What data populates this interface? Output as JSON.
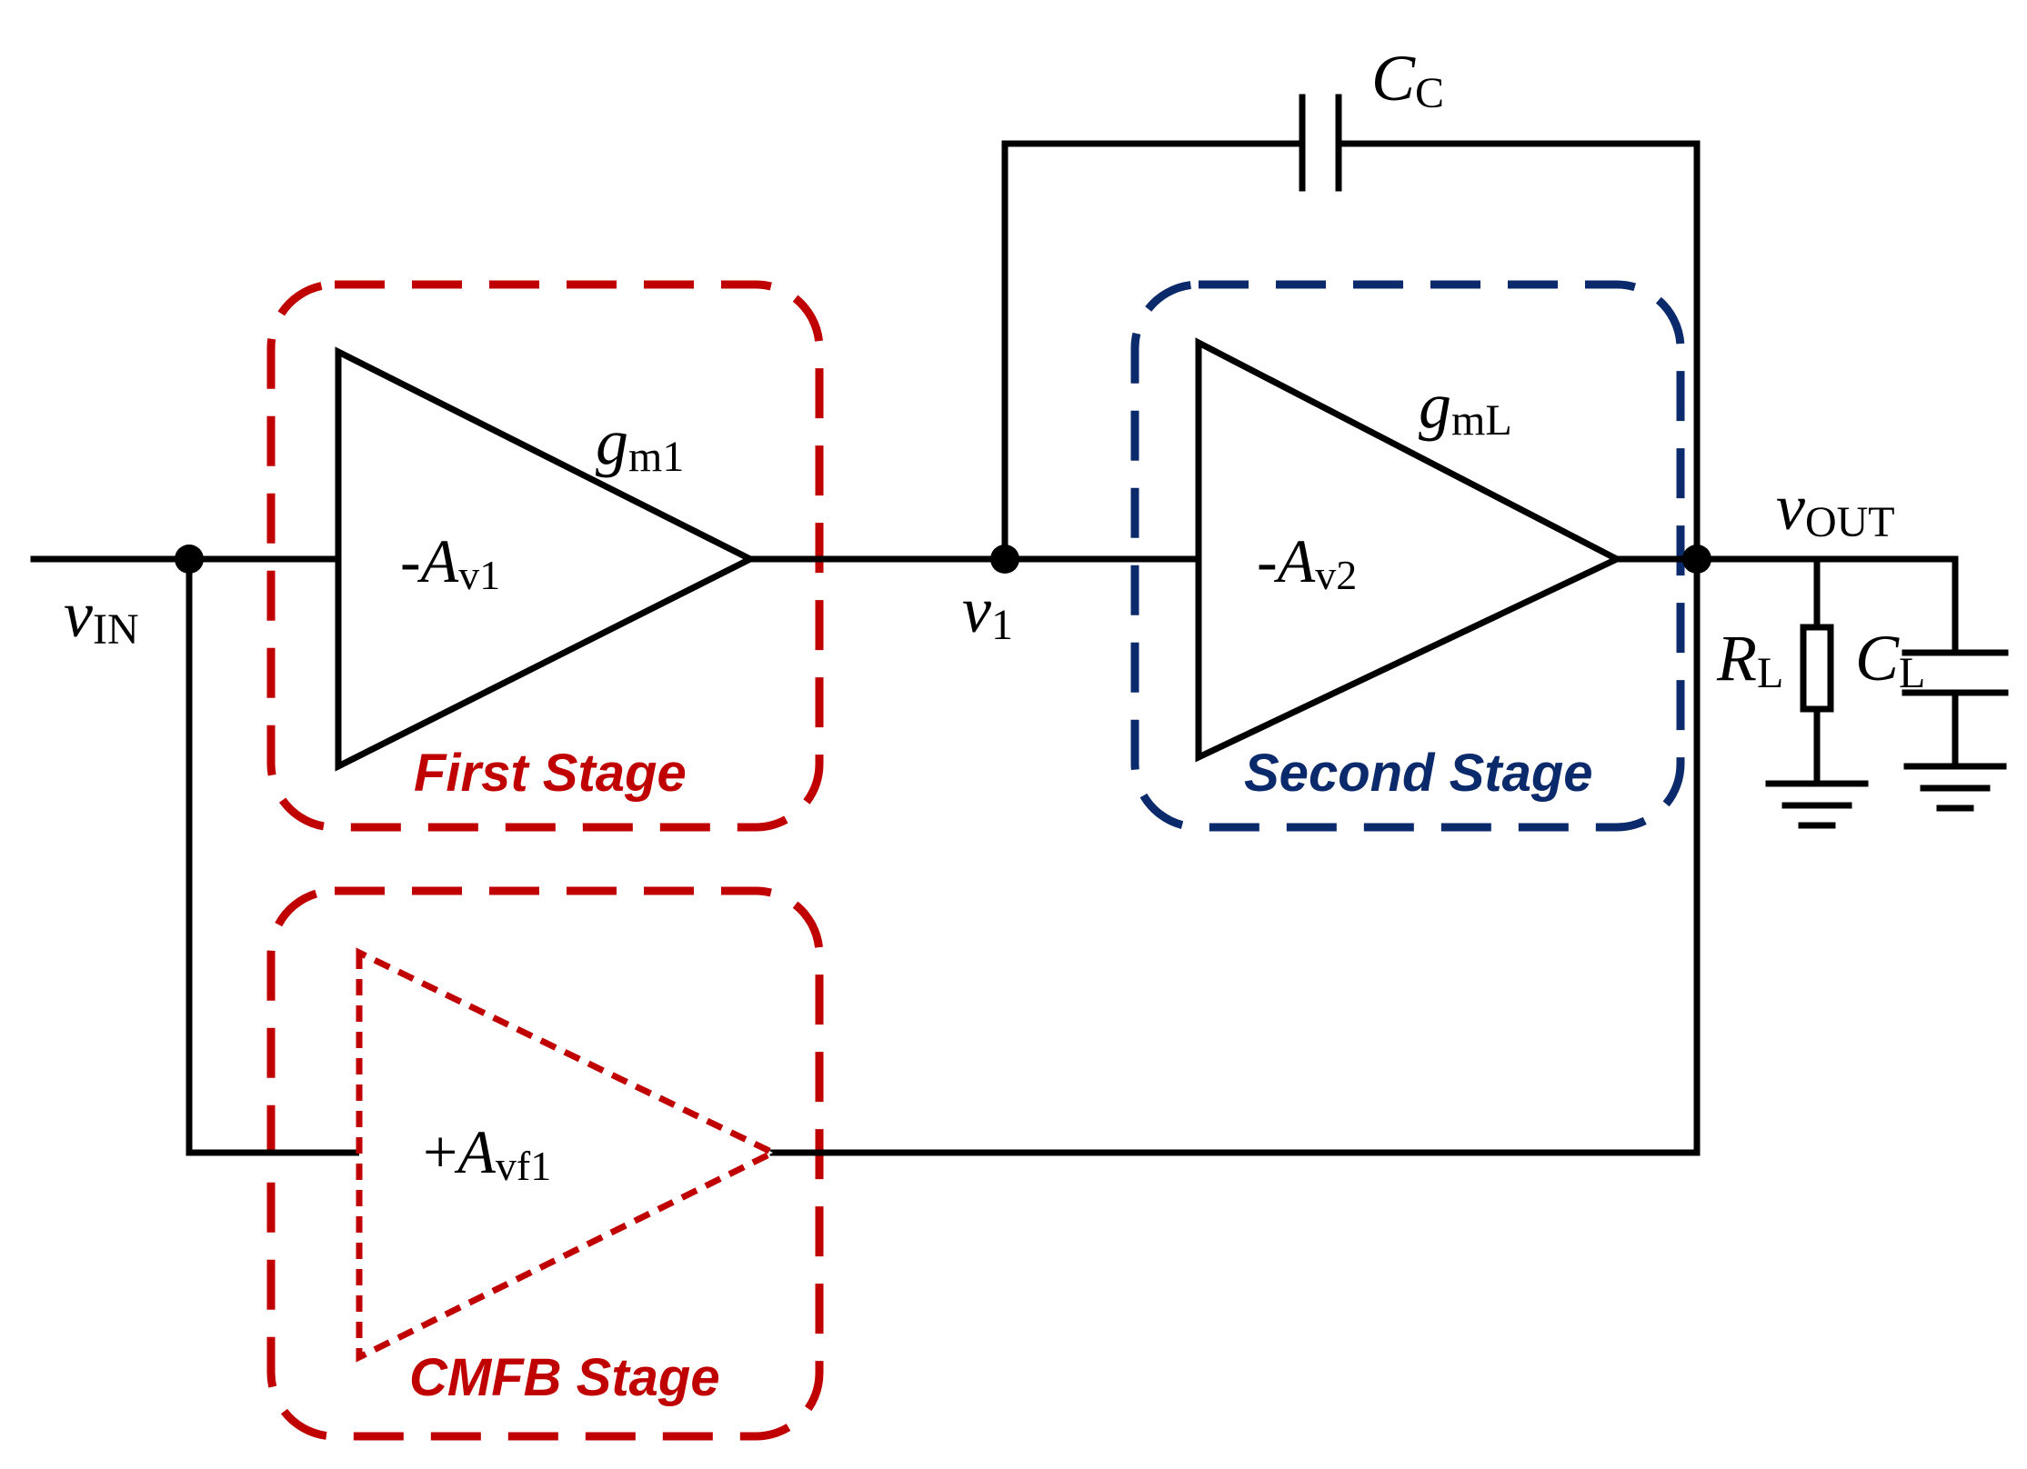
{
  "labels": {
    "vin": {
      "main": "v",
      "sub": "IN"
    },
    "v1": {
      "main": "v",
      "sub": "1"
    },
    "vout": {
      "main": "v",
      "sub": "OUT"
    },
    "cc": {
      "main": "C",
      "sub": "C"
    },
    "rl": {
      "main": "R",
      "sub": "L"
    },
    "cl": {
      "main": "C",
      "sub": "L"
    },
    "gm1": {
      "main": "g",
      "sub": "m1"
    },
    "gml": {
      "main": "g",
      "sub": "mL"
    },
    "av1": {
      "prefix": "-",
      "main": "A",
      "sub": "v1"
    },
    "av2": {
      "prefix": "-",
      "main": "A",
      "sub": "v2"
    },
    "avf1": {
      "prefix": "+",
      "main": "A",
      "sub": "vf1"
    }
  },
  "stages": {
    "first": "First Stage",
    "second": "Second Stage",
    "cmfb": "CMFB Stage"
  },
  "colors": {
    "red_stage": "#c00000",
    "blue_stage": "#0b2a6b",
    "wire": "#000000"
  }
}
